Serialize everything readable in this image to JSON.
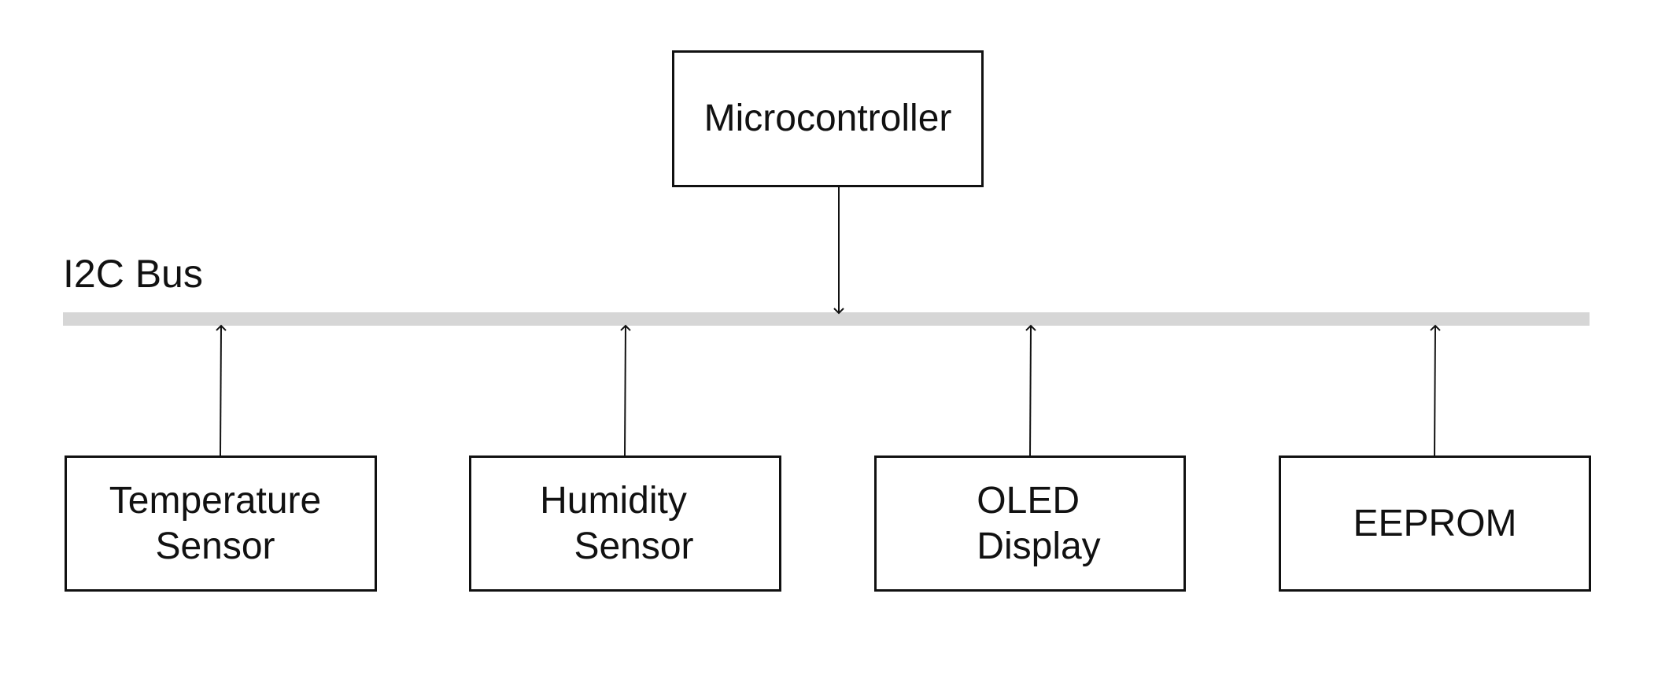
{
  "diagram": {
    "bus": {
      "label": "I2C Bus",
      "color": "#d6d6d6"
    },
    "controller": {
      "label": "Microcontroller"
    },
    "devices": [
      {
        "lines": [
          "Temperature",
          "Sensor"
        ]
      },
      {
        "lines": [
          "Humidity",
          "Sensor"
        ]
      },
      {
        "lines": [
          "OLED",
          "Display"
        ]
      },
      {
        "lines": [
          "EEPROM"
        ]
      }
    ],
    "stroke_color": "#111111"
  }
}
